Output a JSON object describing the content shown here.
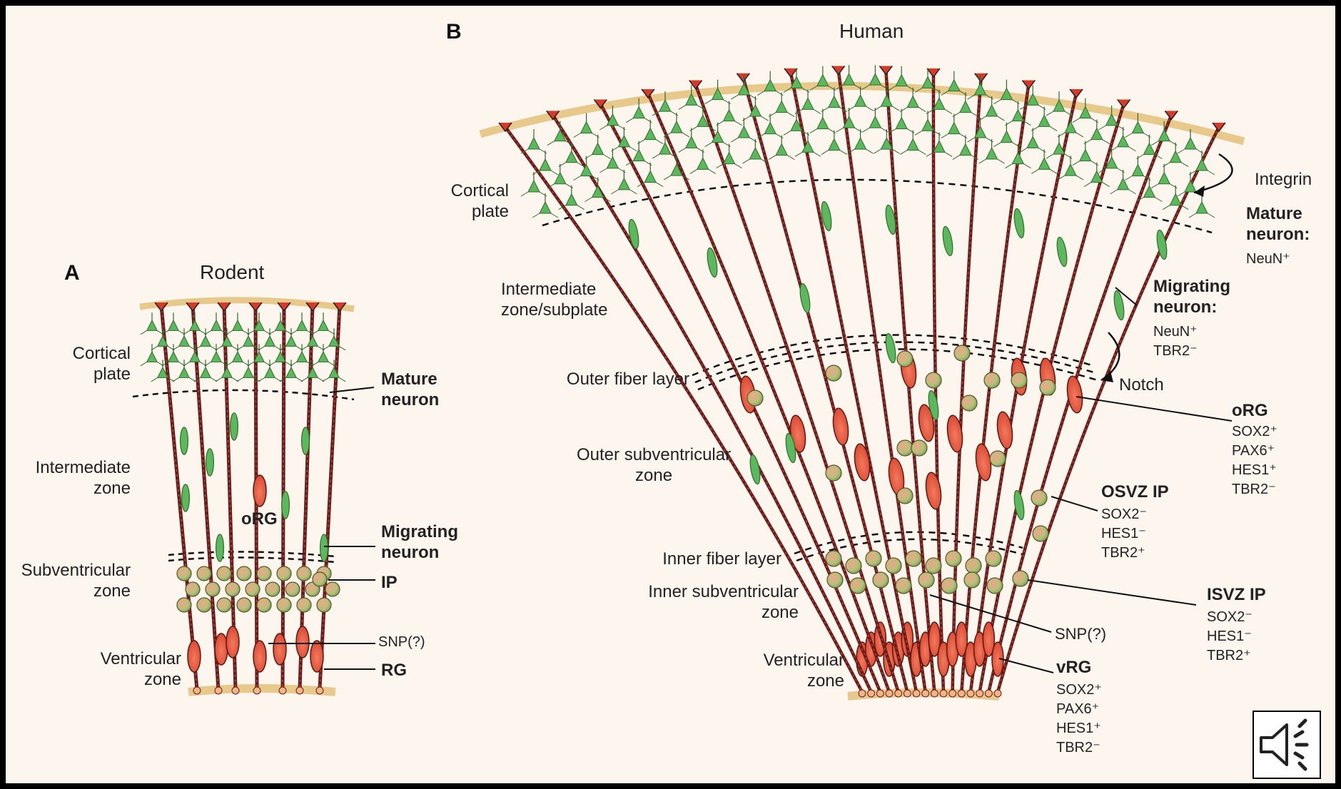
{
  "panels": {
    "a": "A",
    "b": "B"
  },
  "titles": {
    "rodent": "Rodent",
    "human": "Human"
  },
  "rodent": {
    "cortical_plate": [
      "Cortical",
      "plate"
    ],
    "intermediate_zone": [
      "Intermediate",
      "zone"
    ],
    "subventricular_zone": [
      "Subventricular",
      "zone"
    ],
    "ventricular_zone": [
      "Ventricular",
      "zone"
    ],
    "org": "oRG",
    "mature_neuron": [
      "Mature",
      "neuron"
    ],
    "migrating_neuron": [
      "Migrating",
      "neuron"
    ],
    "ip": "IP",
    "snp": "SNP(?)",
    "rg": "RG"
  },
  "human": {
    "cortical_plate": [
      "Cortical",
      "plate"
    ],
    "intermediate_zone": [
      "Intermediate",
      "zone/subplate"
    ],
    "outer_fiber_layer": "Outer fiber layer",
    "outer_svz": [
      "Outer subventricular",
      "zone"
    ],
    "inner_fiber_layer": "Inner fiber layer",
    "inner_svz": [
      "Inner subventricular",
      "zone"
    ],
    "ventricular_zone": [
      "Ventricular",
      "zone"
    ],
    "integrin": "Integrin",
    "notch": "Notch",
    "mature_neuron": {
      "title": [
        "Mature",
        "neuron:"
      ],
      "markers": [
        "NeuN⁺"
      ]
    },
    "migrating_neuron": {
      "title": [
        "Migrating",
        "neuron:"
      ],
      "markers": [
        "NeuN⁺",
        "TBR2⁻"
      ]
    },
    "org": {
      "title": "oRG",
      "markers": [
        "SOX2⁺",
        "PAX6⁺",
        "HES1⁺",
        "TBR2⁻"
      ]
    },
    "osvz_ip": {
      "title": "OSVZ IP",
      "markers": [
        "SOX2⁻",
        "HES1⁻",
        "TBR2⁺"
      ]
    },
    "isvz_ip": {
      "title": "ISVZ IP",
      "markers": [
        "SOX2⁻",
        "HES1⁻",
        "TBR2⁺"
      ]
    },
    "snp": "SNP(?)",
    "vrg": {
      "title": "vRG",
      "markers": [
        "SOX2⁺",
        "PAX6⁺",
        "HES1⁺",
        "TBR2⁻"
      ]
    }
  },
  "colors": {
    "background": "#fdf6ef",
    "pia": "#e8c98c",
    "fiber": "#6b1a1a",
    "progenitor": "#e8604a",
    "neuron": "#5cb85c",
    "ip_cell": "#c9a97a"
  },
  "icons": {
    "speaker": "speaker-icon"
  }
}
